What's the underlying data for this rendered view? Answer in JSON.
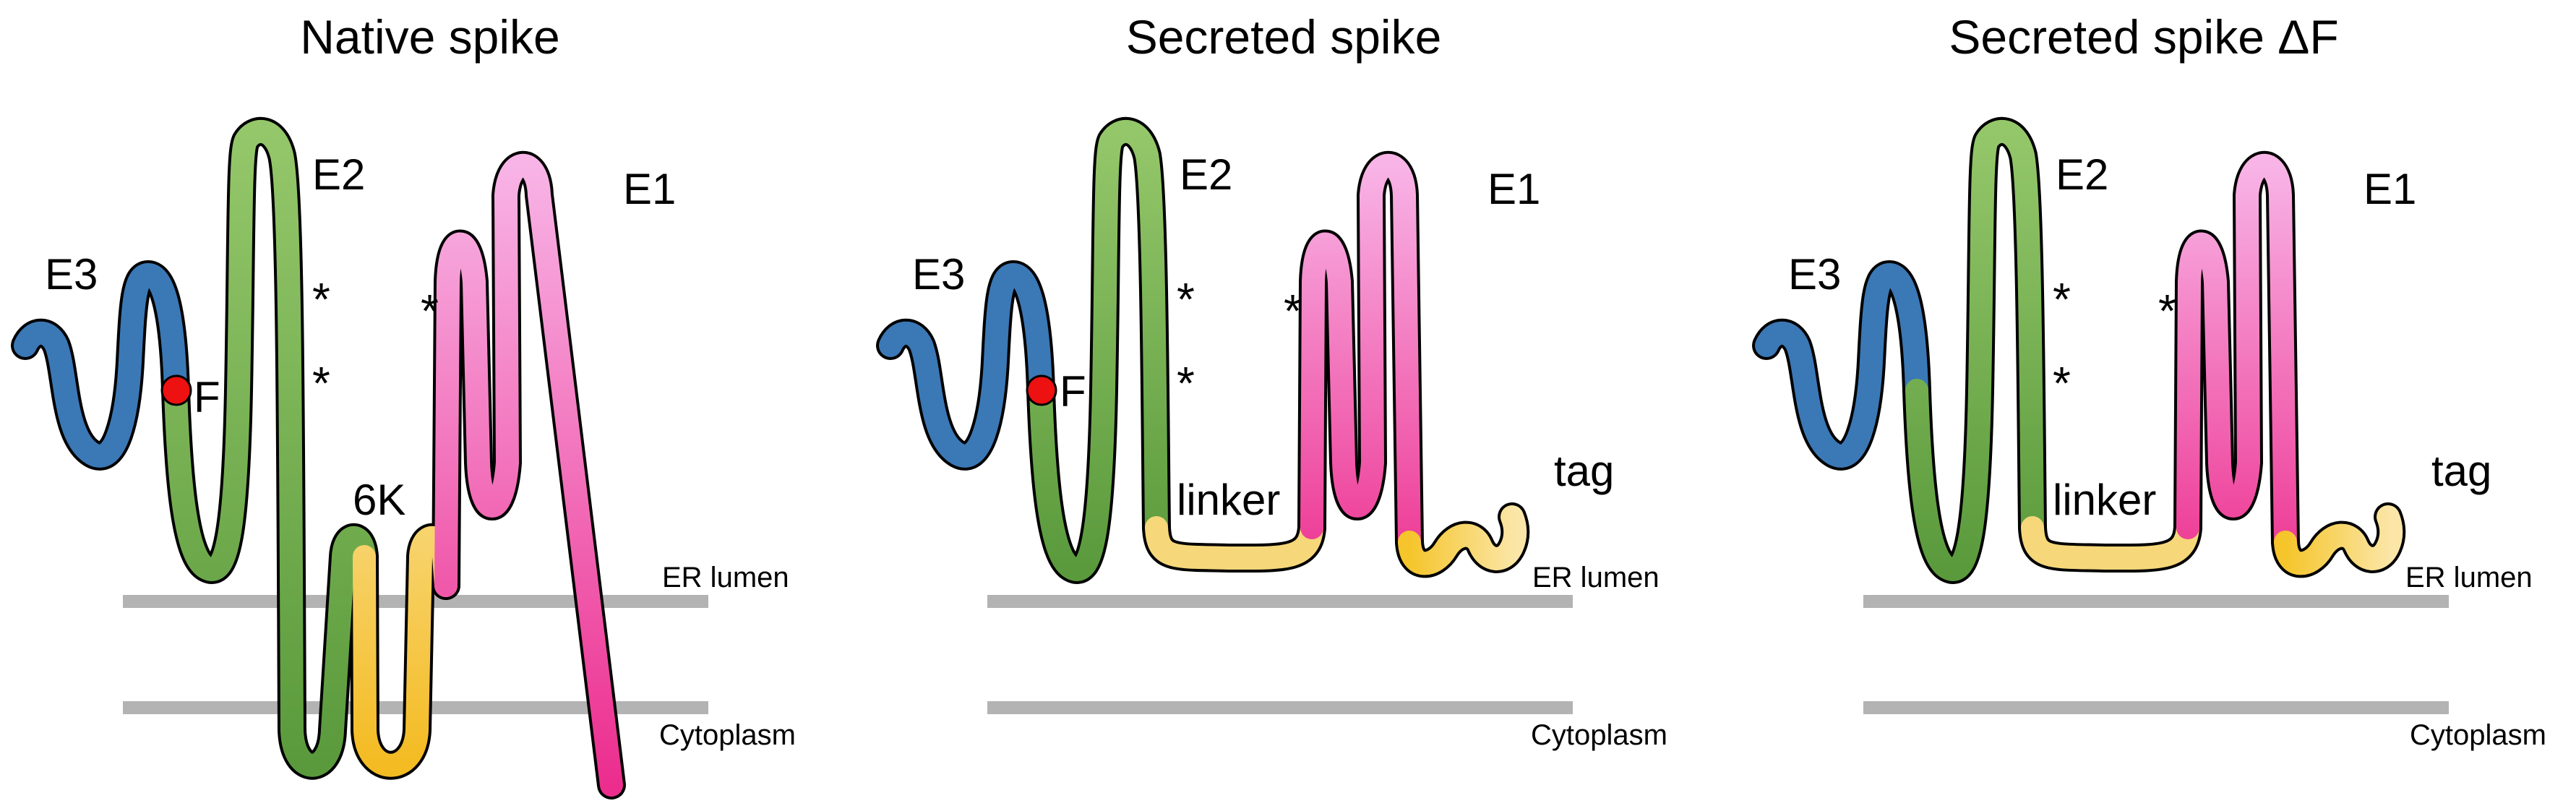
{
  "panels": [
    {
      "id": "native",
      "title": "Native spike",
      "labels": {
        "e3": "E3",
        "e2": "E2",
        "e1": "E1",
        "sixk": "6K",
        "furin": "F",
        "star": "*"
      },
      "membrane_labels": {
        "lumen": "ER lumen",
        "cytoplasm": "Cytoplasm"
      }
    },
    {
      "id": "secreted",
      "title": "Secreted spike",
      "labels": {
        "e3": "E3",
        "e2": "E2",
        "e1": "E1",
        "linker": "linker",
        "tag": "tag",
        "furin": "F",
        "star": "*"
      },
      "membrane_labels": {
        "lumen": "ER lumen",
        "cytoplasm": "Cytoplasm"
      }
    },
    {
      "id": "secreted-df",
      "title": "Secreted spike ΔF",
      "labels": {
        "e3": "E3",
        "e2": "E2",
        "e1": "E1",
        "linker": "linker",
        "tag": "tag",
        "star": "*"
      },
      "membrane_labels": {
        "lumen": "ER lumen",
        "cytoplasm": "Cytoplasm"
      }
    }
  ],
  "colors": {
    "e3": "#3b78b6",
    "e2_light": "#8cc062",
    "e2_dark": "#5a9a3c",
    "e1_light": "#f7a8e0",
    "e1_dark": "#ef4fa2",
    "sixk": "#f6c94a",
    "linker": "#f6d77a",
    "furin": "#ee1111",
    "membrane": "#b3b3b3"
  }
}
